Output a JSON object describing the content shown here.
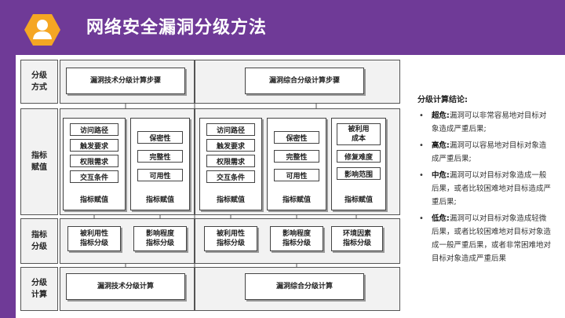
{
  "header": {
    "title": "网络安全漏洞分级方法",
    "icon": "user-icon",
    "colors": {
      "frame": "#6f3a97",
      "icon_fill": "#f5a623"
    }
  },
  "diagram": {
    "rows": [
      {
        "label": "分级\n方式"
      },
      {
        "label": "指标\n赋值"
      },
      {
        "label": "指标\n分级"
      },
      {
        "label": "分级\n计算"
      }
    ],
    "left": {
      "step_title": "漏洞技术分级计算步骤",
      "group1": {
        "items": [
          "访问路径",
          "触发要求",
          "权限需求",
          "交互条件"
        ],
        "caption": "指标赋值"
      },
      "group2": {
        "items": [
          "保密性",
          "完整性",
          "可用性"
        ],
        "caption": "指标赋值"
      },
      "grade1": "被利用性\n指标分级",
      "grade2": "影响程度\n指标分级",
      "calc": "漏洞技术分级计算"
    },
    "right": {
      "step_title": "漏洞综合分级计算步骤",
      "group1": {
        "items": [
          "访问路径",
          "触发要求",
          "权限需求",
          "交互条件"
        ],
        "caption": "指标赋值"
      },
      "group2": {
        "items": [
          "保密性",
          "完整性",
          "可用性"
        ],
        "caption": "指标赋值"
      },
      "group3": {
        "items": [
          "被利用\n成本",
          "修复难度",
          "影响范围"
        ],
        "caption": "指标赋值"
      },
      "grade1": "被利用性\n指标分级",
      "grade2": "影响程度\n指标分级",
      "grade3": "环境因素\n指标分级",
      "calc": "漏洞综合分级计算"
    }
  },
  "conclusions": {
    "title": "分级计算结论:",
    "items": [
      {
        "level": "超危:",
        "text": "漏洞可以非常容易地对目标对象造成严重后果;"
      },
      {
        "level": "高危:",
        "text": "漏洞可以容易地对目标对象造成严重后果;"
      },
      {
        "level": "中危:",
        "text": "漏洞可以对目标对象造成一般后果，或者比较困难地对目标造成严重后果;"
      },
      {
        "level": "低危:",
        "text": "漏洞可以对目标对象造成轻微后果，或者比较困难地对目标对象造成一般严重后果，或者非常困难地对目标对象造成严重后果"
      }
    ]
  }
}
